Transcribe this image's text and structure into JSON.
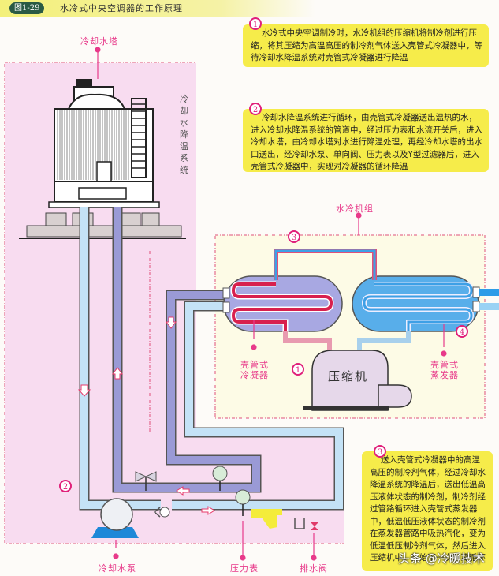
{
  "figure": {
    "number": "图1-29",
    "title": "水冷式中央空调器的工作原理"
  },
  "labels": {
    "cooling_tower": "冷却水塔",
    "cooling_system_vertical": "冷却水降温系统",
    "chiller_unit": "水冷机组",
    "condenser_line1": "壳管式",
    "condenser_line2": "冷凝器",
    "evaporator_line1": "壳管式",
    "evaporator_line2": "蒸发器",
    "compressor": "压缩机",
    "cooling_pump": "冷却水泵",
    "pressure_gauge": "压力表",
    "drain_valve": "排水阀"
  },
  "markers": {
    "m1": "1",
    "m2": "2",
    "m3": "3",
    "m4": "4"
  },
  "notes": [
    {
      "marker": "1",
      "text": "水冷式中央空调制冷时，水冷机组的压缩机将制冷剂进行压缩，将其压缩为高温高压的制冷剂气体送入壳管式冷凝器中，等待冷却水降温系统对壳管式冷凝器进行降温"
    },
    {
      "marker": "2",
      "text": "冷却水降温系统进行循环，由壳管式冷凝器送出温热的水，进入冷却水降温系统的管道中，经过压力表和水流开关后，进入冷却水塔，由冷却水塔对水进行降温处理，再经冷却水塔的出水口送出，经冷却水泵、单向阀、压力表以及Y型过滤器后，进入壳管式冷凝器中，实现对冷凝器的循环降温"
    },
    {
      "marker": "3",
      "text": "送入壳管式冷凝器中的高温高压的制冷剂气体，经过冷却水降温系统的降温后，送出低温高压液体状态的制冷剂，制冷剂经过管路循环进入壳管式蒸发器中，低温低压液体状态的制冷剂在蒸发器管路中吸热汽化，变为低温低压制冷剂气体，然后进入压缩机中，开始下一次制冷循环"
    }
  ],
  "watermark": "头条 @冷暖技术",
  "colors": {
    "note_bg": "#f6ec4a",
    "accent_pink": "#e0207a",
    "cooling_zone_bg": "#f8dcf0",
    "chiller_zone_bg": "#fdfbe8",
    "warm_pipe": "#9a9ad6",
    "cool_pipe": "#c4e2f6",
    "refrigerant_hot": "#d8204e",
    "refrigerant_cold": "#3ea0e6"
  }
}
